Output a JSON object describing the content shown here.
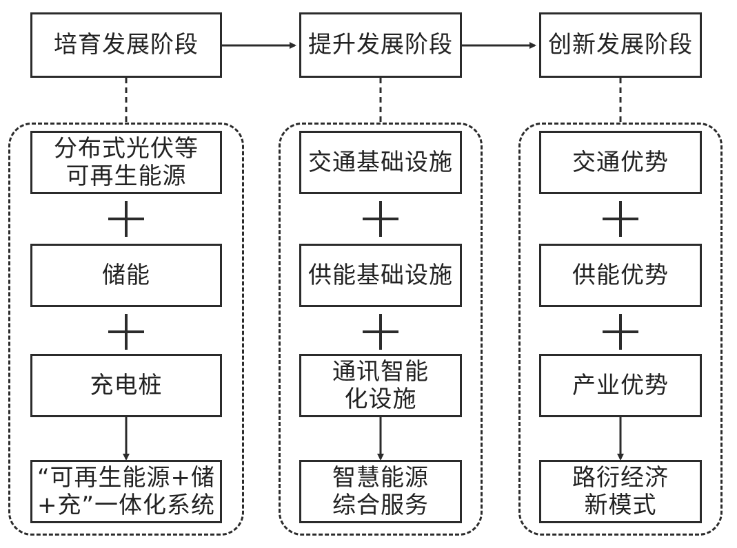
{
  "stages": [
    {
      "title": "培育发展阶段",
      "components": [
        "分布式光伏等\n可再生能源",
        "储能",
        "充电桩"
      ],
      "result": "“可再生能源+储\n+充”一体化系统"
    },
    {
      "title": "提升发展阶段",
      "components": [
        "交通基础设施",
        "供能基础设施",
        "通讯智能\n化设施"
      ],
      "result": "智慧能源\n综合服务"
    },
    {
      "title": "创新发展阶段",
      "components": [
        "交通优势",
        "供能优势",
        "产业优势"
      ],
      "result": "路衍经济\n新模式"
    }
  ],
  "colors": {
    "line": "#2b2b2b",
    "background": "#ffffff"
  },
  "icons": {
    "plus": "plus-icon",
    "arrow": "arrow-right-icon"
  }
}
